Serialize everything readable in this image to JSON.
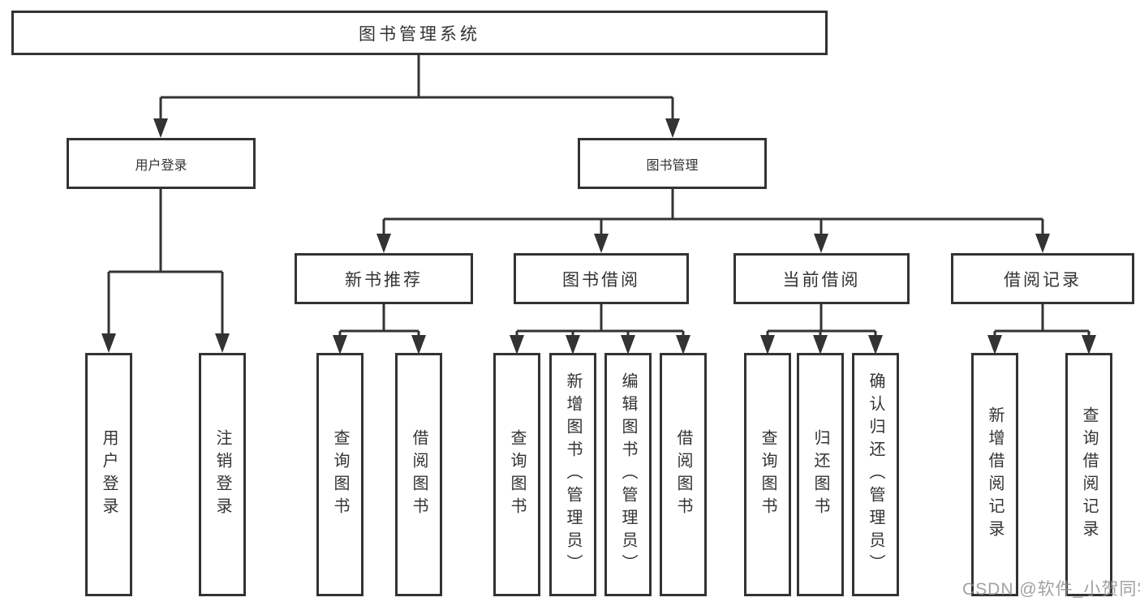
{
  "diagram": {
    "type": "hierarchy-tree",
    "colors": {
      "line": "#333333",
      "box_border": "#333333",
      "box_fill": "#ffffff",
      "text": "#333333",
      "watermark": "#919191"
    },
    "nodes": {
      "root": {
        "label": "图书管理系统"
      },
      "level2": [
        {
          "label": "用户登录"
        },
        {
          "label": "图书管理"
        }
      ],
      "level3": [
        {
          "label": "新书推荐",
          "parent": "图书管理"
        },
        {
          "label": "图书借阅",
          "parent": "图书管理"
        },
        {
          "label": "当前借阅",
          "parent": "图书管理"
        },
        {
          "label": "借阅记录",
          "parent": "图书管理"
        }
      ],
      "leaves": [
        {
          "label": "用户登录",
          "parent": "用户登录"
        },
        {
          "label": "注销登录",
          "parent": "用户登录"
        },
        {
          "label": "查询图书",
          "parent": "新书推荐"
        },
        {
          "label": "借阅图书",
          "parent": "新书推荐"
        },
        {
          "label": "查询图书",
          "parent": "图书借阅"
        },
        {
          "label": "新增图书（管理员）",
          "parent": "图书借阅"
        },
        {
          "label": "编辑图书（管理员）",
          "parent": "图书借阅"
        },
        {
          "label": "借阅图书",
          "parent": "图书借阅"
        },
        {
          "label": "查询图书",
          "parent": "当前借阅"
        },
        {
          "label": "归还图书",
          "parent": "当前借阅"
        },
        {
          "label": "确认归还（管理员）",
          "parent": "当前借阅"
        },
        {
          "label": "新增借阅记录",
          "parent": "借阅记录"
        },
        {
          "label": "查询借阅记录",
          "parent": "借阅记录"
        }
      ]
    }
  },
  "watermark": {
    "text": "CSDN @软件_小贺同学"
  }
}
